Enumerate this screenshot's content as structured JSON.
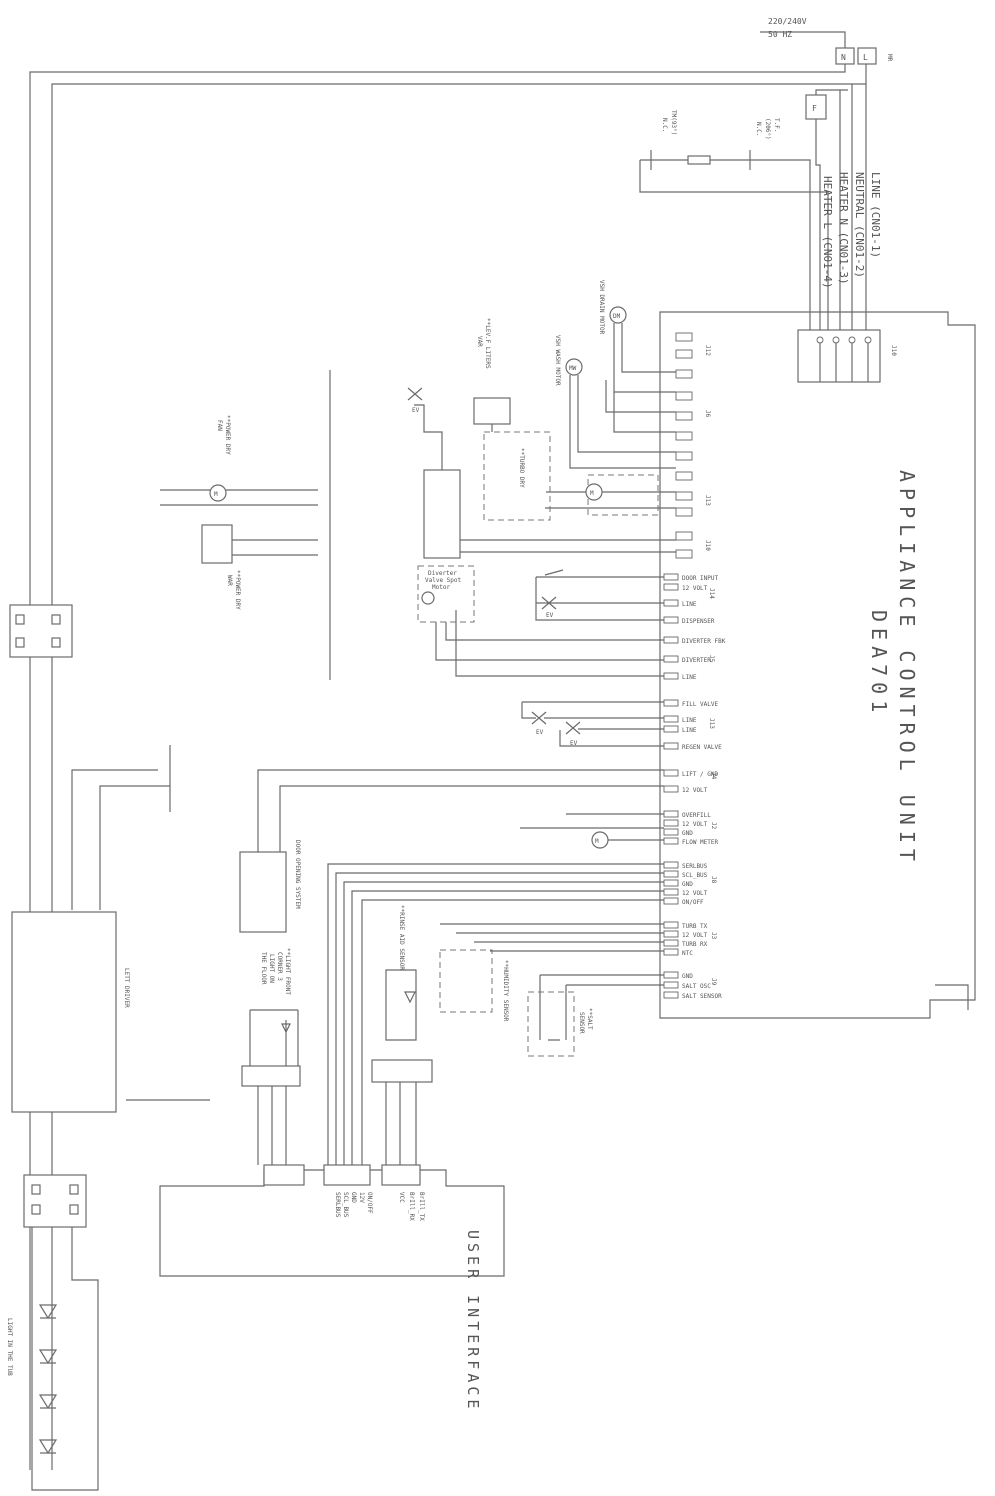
{
  "supply": {
    "voltage": "220/240V",
    "freq": "50 HZ",
    "n": "N",
    "l": "L",
    "mr": "MR",
    "fuse": "F"
  },
  "mains": {
    "line": "LINE (CN01-1)",
    "neutral": "NEUTRAL (CN01-2)",
    "heater_n": "HEATER N (CN01-3)",
    "heater_l": "HEATER L (CN01-4)",
    "tf_label": "T.F.",
    "tf_rating": "(206°)",
    "tf_nc": "N.C.",
    "tmr_label": "TM(93°)",
    "tmr_nc": "N.C."
  },
  "unit": {
    "line1": "APPLIANCE CONTROL UNIT",
    "line2": "DEA701",
    "conn": "J10"
  },
  "motors": {
    "drain": "VSH DRAIN MOTOR",
    "wash": "VSH WASH MOTOR",
    "dm": "DM",
    "mw": "MW",
    "m": "M"
  },
  "components": {
    "lev_l1": "**LEV.F LITERS",
    "lev_l2": "VAR",
    "turbo_dry": "**TURBO DRY",
    "power_dry_fan_l1": "**POWER DRY",
    "power_dry_fan_l2": "FAN",
    "power_dry_war_l1": "**POWER DRY",
    "power_dry_war_l2": "WAR",
    "ev": "EV",
    "diverter_l1": "Diverter",
    "diverter_l2": "Valve Spot",
    "diverter_l3": "Motor",
    "door_opening": "DOOR OPENING SYSTEM",
    "light_l1": "**LIGHT FRONT",
    "light_l2": "CORNER 3",
    "light_l3": "LIGHT ON",
    "light_l4": "THE FLOOR",
    "rinse_aid": "**RINSE AID SENSOR",
    "humidity": "**HUMIDITY SENSOR",
    "salt_l1": "**SALT",
    "salt_l2": "SENSOR",
    "led_driver": "LETT DRIVER",
    "light_tub": "LIGHT IN THE TUB"
  },
  "pins": [
    "DOOR INPUT",
    "12 VOLT",
    "LINE",
    "DISPENSER",
    "DIVERTER FBK",
    "DIVERTER",
    "LINE",
    "FILL VALVE",
    "LINE",
    "LINE",
    "REGEN VALVE",
    "LIFT / GND",
    "12 VOLT",
    "OVERFILL",
    "12 VOLT",
    "GND",
    "FLOW METER",
    "SERLBUS",
    "SCL_BUS",
    "GND",
    "12 VOLT",
    "ON/OFF",
    "TURB TX",
    "12 VOLT",
    "TURB RX",
    "NTC",
    "GND",
    "SALT OSC",
    "SALT SENSOR"
  ],
  "conn_labels": [
    "J12",
    "J6",
    "J13",
    "J10",
    "J14",
    "J5",
    "J13",
    "J4",
    "J2",
    "J8",
    "J3",
    "J9"
  ],
  "ui": {
    "title": "USER INTERFACE",
    "col1": "SERLBUS",
    "col2": "SCL_BUS",
    "col3": "GND",
    "col4": "12V",
    "col5": "ON/OFF",
    "col6": "VCC",
    "col7": "BrIll_RX",
    "col8": "BrIll_TX"
  }
}
